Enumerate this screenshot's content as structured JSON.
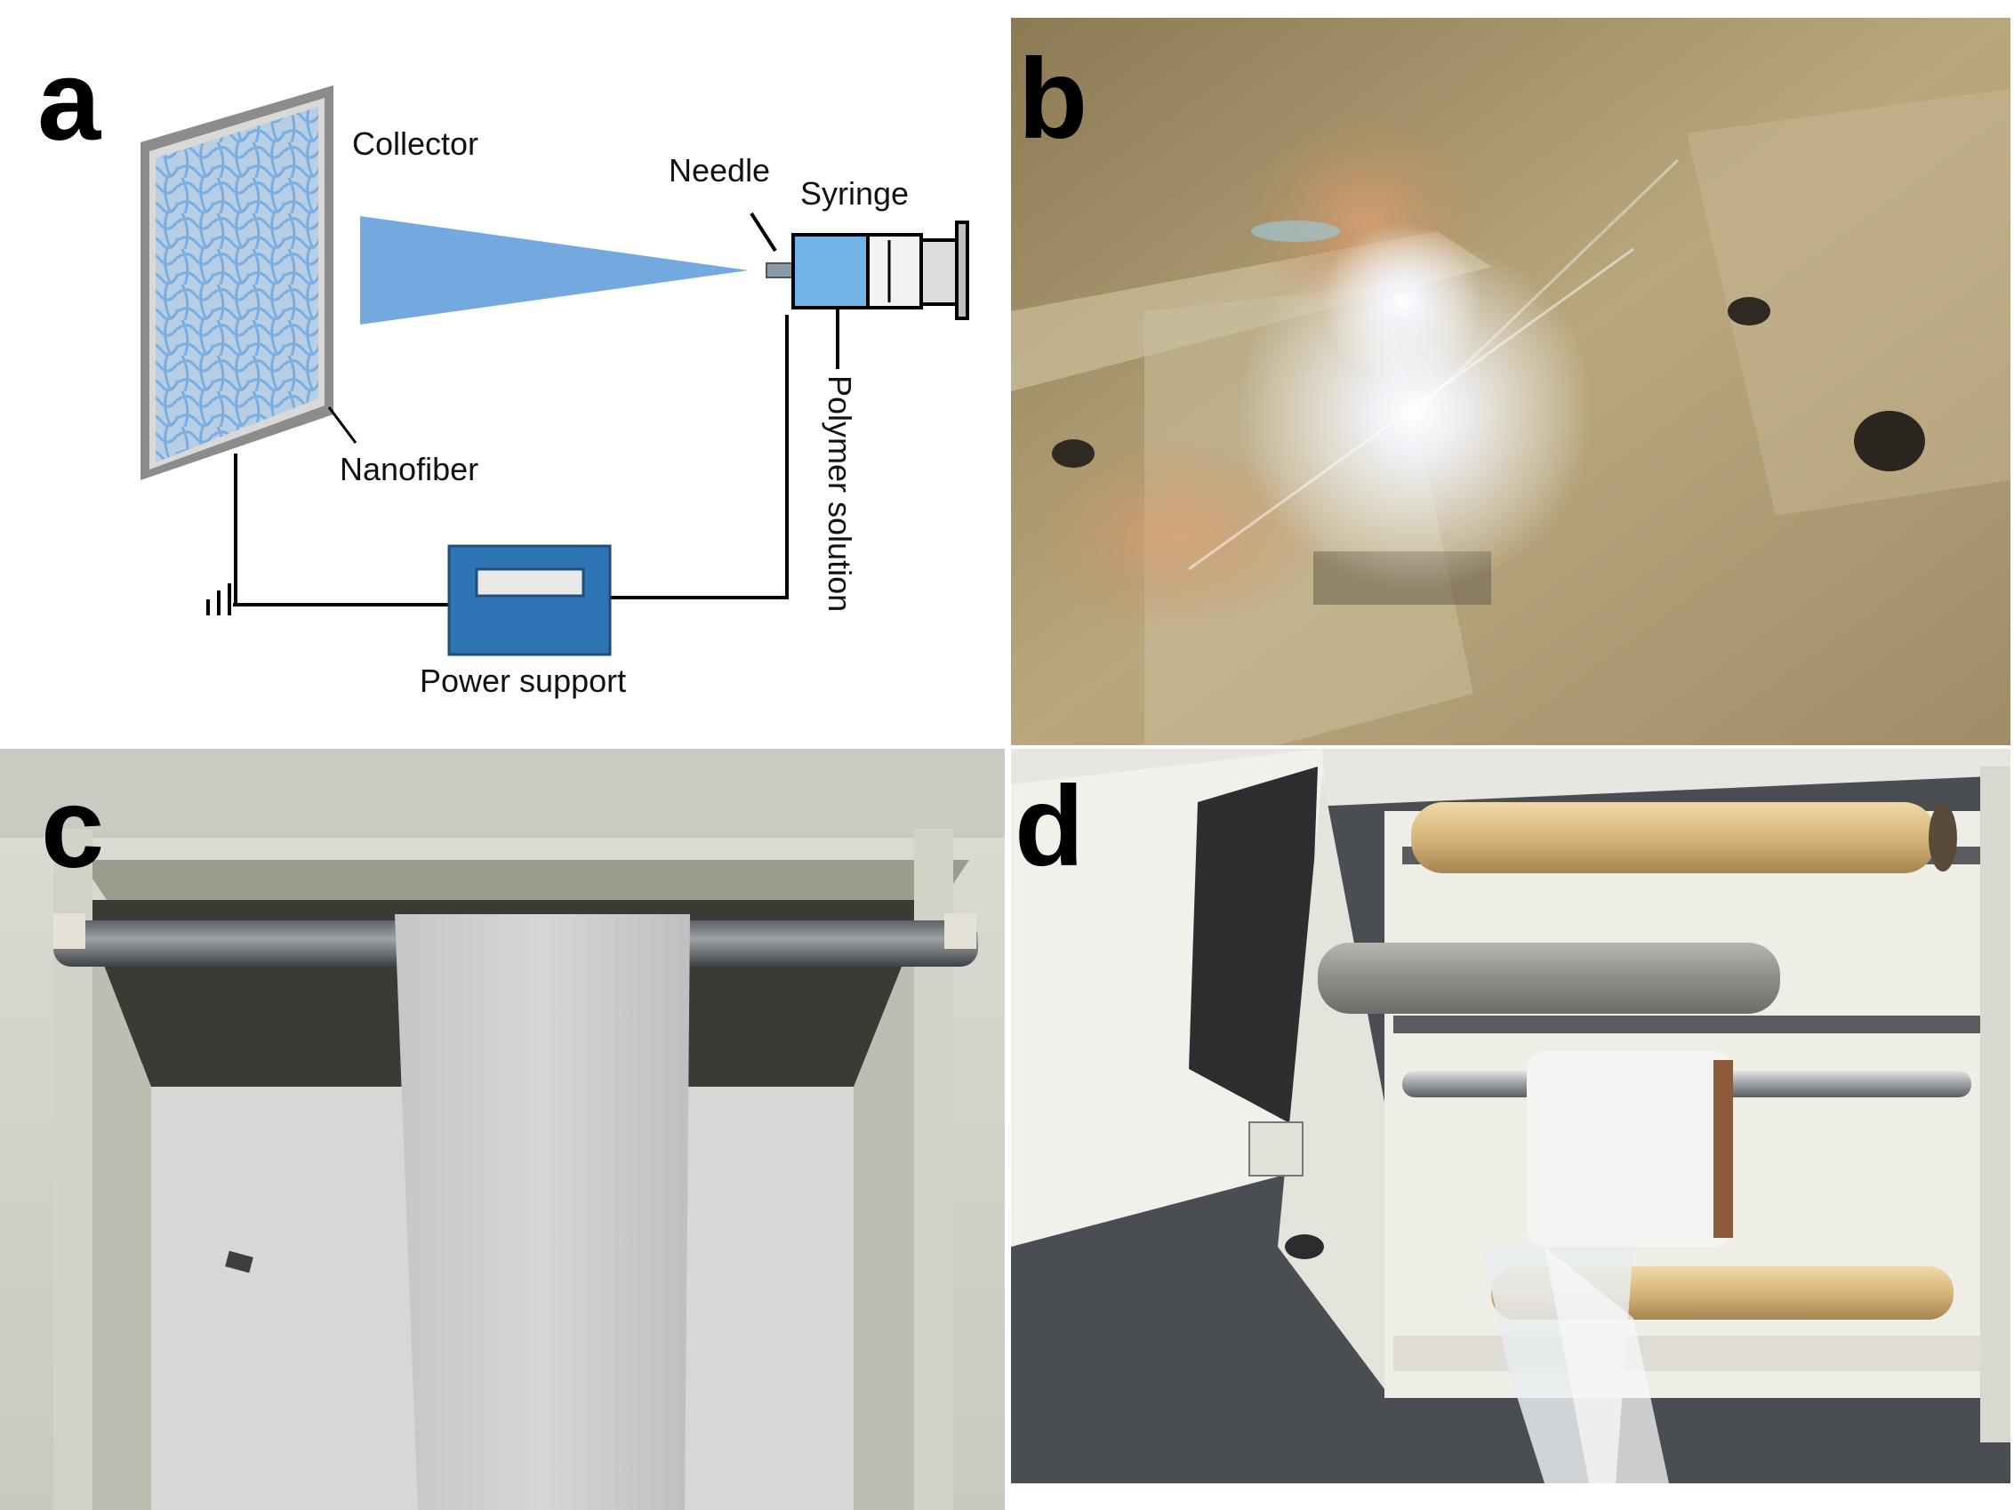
{
  "panels": {
    "a": {
      "letter": "a",
      "labels": {
        "collector": "Collector",
        "needle": "Needle",
        "syringe": "Syringe",
        "nanofiber": "Nanofiber",
        "polymer_solution": "Polymer solution",
        "power_support": "Power support"
      }
    },
    "b": {
      "letter": "b"
    },
    "c": {
      "letter": "c"
    },
    "d": {
      "letter": "d"
    }
  },
  "colors": {
    "fiber_blue": "#7fb2e5",
    "device_blue": "#2e75b6",
    "collector_gray": "#d9d9d9",
    "wire": "#000000"
  }
}
